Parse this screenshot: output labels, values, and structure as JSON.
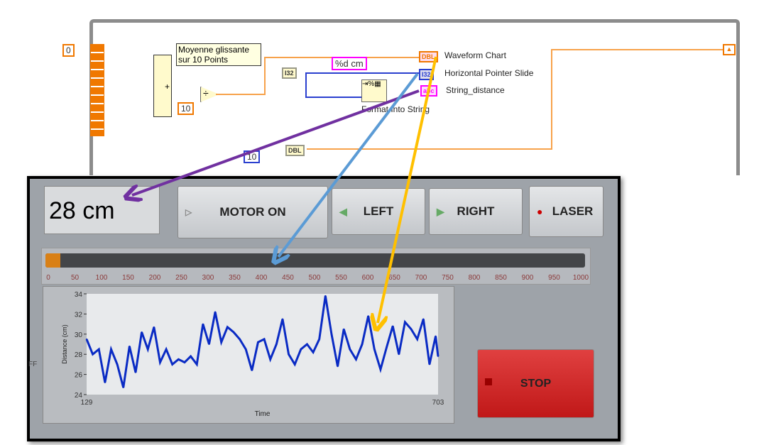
{
  "diagram": {
    "init_constant": "0",
    "comment": [
      "Moyenne glissante",
      "sur 10 Points"
    ],
    "divisor_constant": "10",
    "scale_constant": "10",
    "format_string": "%d cm",
    "i32_label": "I32",
    "dbl_label": "DBL",
    "format_node_label": "Format Into String",
    "indicators": [
      {
        "tag": "DBL",
        "label": "Waveform Chart"
      },
      {
        "tag": "I32",
        "label": "Horizontal Pointer Slide"
      },
      {
        "tag": "abc",
        "label": "String_distance"
      }
    ]
  },
  "panel": {
    "distance_display": "28 cm",
    "buttons": {
      "motor": "MOTOR ON",
      "left": "LEFT",
      "right": "RIGHT",
      "laser": "LASER",
      "stop": "STOP"
    },
    "side_text": "FF",
    "slider": {
      "value": 28,
      "min": 0,
      "max": 1000,
      "ticks": [
        "0",
        "50",
        "100",
        "150",
        "200",
        "250",
        "300",
        "350",
        "400",
        "450",
        "500",
        "550",
        "600",
        "650",
        "700",
        "750",
        "800",
        "850",
        "900",
        "950",
        "1000"
      ]
    }
  },
  "colors": {
    "orange": "#f07800",
    "blue": "#2a3fcf",
    "pink": "#ff00ff",
    "purple": "#7030a0",
    "lightblue": "#5b9bd5",
    "yellow": "#ffc000",
    "trace": "#0a2bc4"
  },
  "chart_data": {
    "type": "line",
    "title": "",
    "xlabel": "Time",
    "ylabel": "Distance (cm)",
    "xlim": [
      129,
      703
    ],
    "ylim": [
      24,
      34
    ],
    "yticks": [
      "34",
      "32",
      "30",
      "28",
      "26",
      "24"
    ],
    "xticks": [
      "129",
      "703"
    ],
    "x": [
      129,
      139,
      149,
      159,
      169,
      179,
      189,
      199,
      209,
      219,
      229,
      239,
      249,
      259,
      269,
      279,
      289,
      299,
      309,
      319,
      329,
      339,
      349,
      359,
      369,
      379,
      389,
      399,
      409,
      419,
      429,
      439,
      449,
      459,
      469,
      479,
      489,
      499,
      509,
      519,
      529,
      539,
      549,
      559,
      569,
      579,
      589,
      599,
      609,
      619,
      629,
      639,
      649,
      659,
      669,
      679,
      689,
      699,
      703
    ],
    "y": [
      29.5,
      28,
      28.5,
      25.2,
      28.5,
      27,
      24.7,
      28.8,
      26.2,
      30.2,
      28.5,
      30.7,
      27.2,
      28.5,
      27,
      27.5,
      27.2,
      27.8,
      27,
      31,
      29,
      32.2,
      29.2,
      30.7,
      30.2,
      29.5,
      28.5,
      26.4,
      29.2,
      29.5,
      27.5,
      29,
      31.5,
      28,
      27,
      28.5,
      29,
      28.2,
      29.5,
      33.8,
      30,
      26.8,
      30.5,
      28.5,
      27.5,
      29,
      31.8,
      28.5,
      26.5,
      28.7,
      30.8,
      28,
      31.2,
      30.5,
      29.5,
      31.5,
      27,
      29.8,
      27.8
    ]
  }
}
